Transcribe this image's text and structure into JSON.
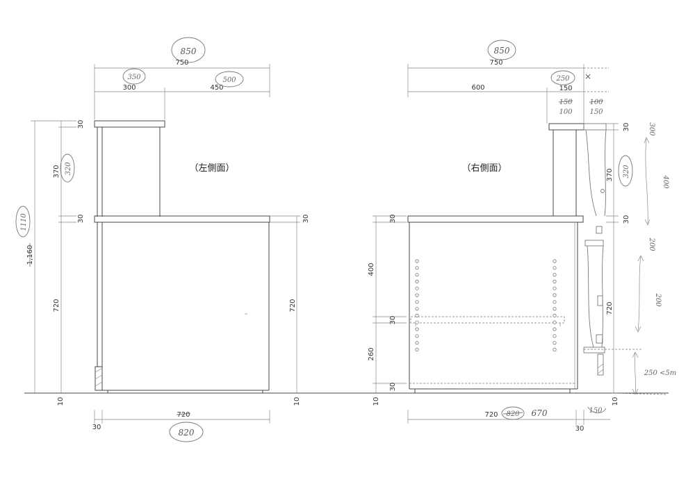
{
  "views": {
    "left": {
      "title": "（左側面）",
      "dims": {
        "overall_width": "750",
        "top_left": "300",
        "top_right": "450",
        "top_thickness": "30",
        "upper_height": "370",
        "shelf_thickness": "30",
        "lower_height": "720",
        "lower_height_right": "720",
        "shelf_thickness_right": "30",
        "total_height": "1,160",
        "base_gap_left": "10",
        "base_gap_right": "10",
        "base_width": "720",
        "base_offset": "30"
      },
      "notes": {
        "overall_width_rev": "850",
        "top_left_rev": "350",
        "top_right_rev": "500",
        "upper_height_rev": "320",
        "total_height_rev": "1110",
        "base_width_rev": "820"
      }
    },
    "right": {
      "title": "（右側面）",
      "dims": {
        "overall_width": "750",
        "top_left": "600",
        "top_right": "150",
        "top_thickness": "30",
        "upper_height": "370",
        "shelf_thickness": "30",
        "drawer_height": "400",
        "mid_shelf": "30",
        "lower_space": "260",
        "bottom_board": "30",
        "base_gap_left": "10",
        "right_height": "720",
        "base_gap_right": "10",
        "base_width": "720",
        "base_offset": "30"
      },
      "notes": {
        "overall_width_rev": "850",
        "top_right_rev": "250",
        "cross_mark": "×",
        "struck_a": "150",
        "struck_b": "100",
        "rev_a": "100",
        "rev_b": "150",
        "upper_height_rev": "320",
        "base_width_struck": "820",
        "base_width_rev": "670",
        "side_dim": "150",
        "side_top": "300",
        "side_upper": "400",
        "side_mid": "200",
        "side_mid_label": "200",
        "side_lower": "250",
        "side_lower_label": "250 <5m"
      }
    }
  }
}
